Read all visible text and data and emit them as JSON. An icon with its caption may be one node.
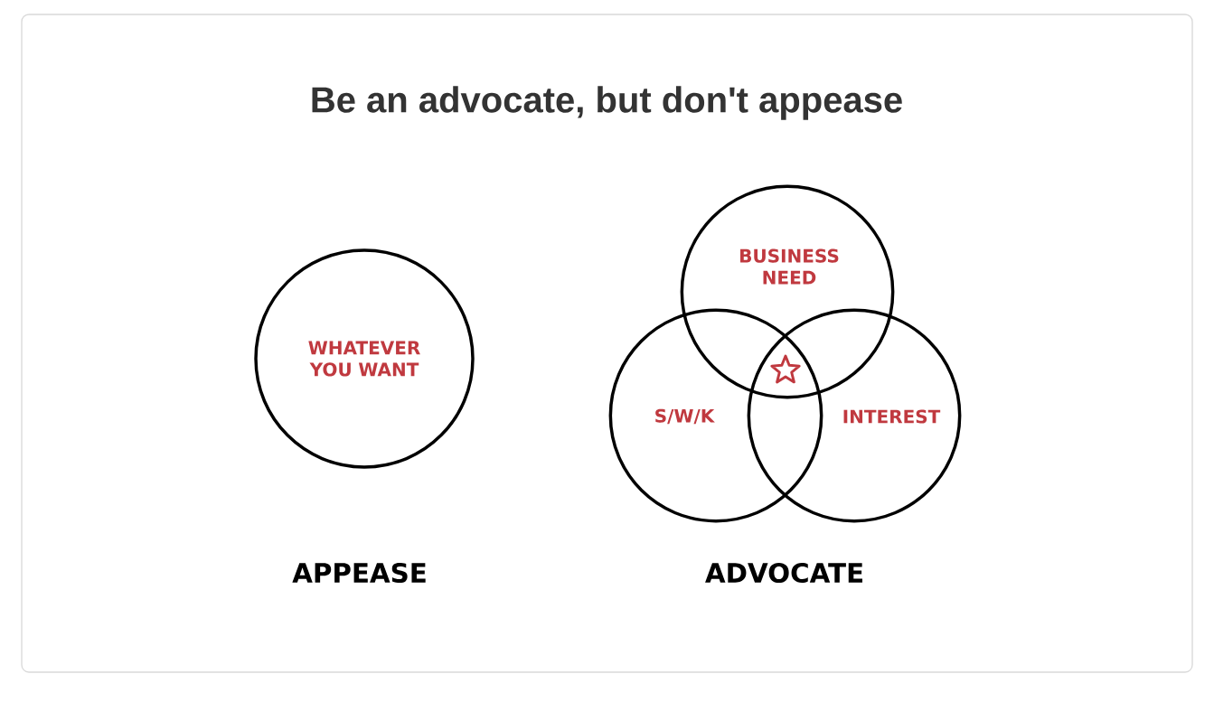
{
  "diagram": {
    "title": "Be an advocate, but don't appease",
    "nodes": [
      {
        "text": [
          "WHATEVER YOU WANT"
        ]
      },
      {
        "text": [
          "BUSINESS NEED"
        ]
      },
      {
        "text": [
          "S/W/K"
        ]
      },
      {
        "text": [
          "INTEREST"
        ]
      }
    ],
    "labels": [
      "APPEASE",
      "ADVOCATE"
    ]
  }
}
